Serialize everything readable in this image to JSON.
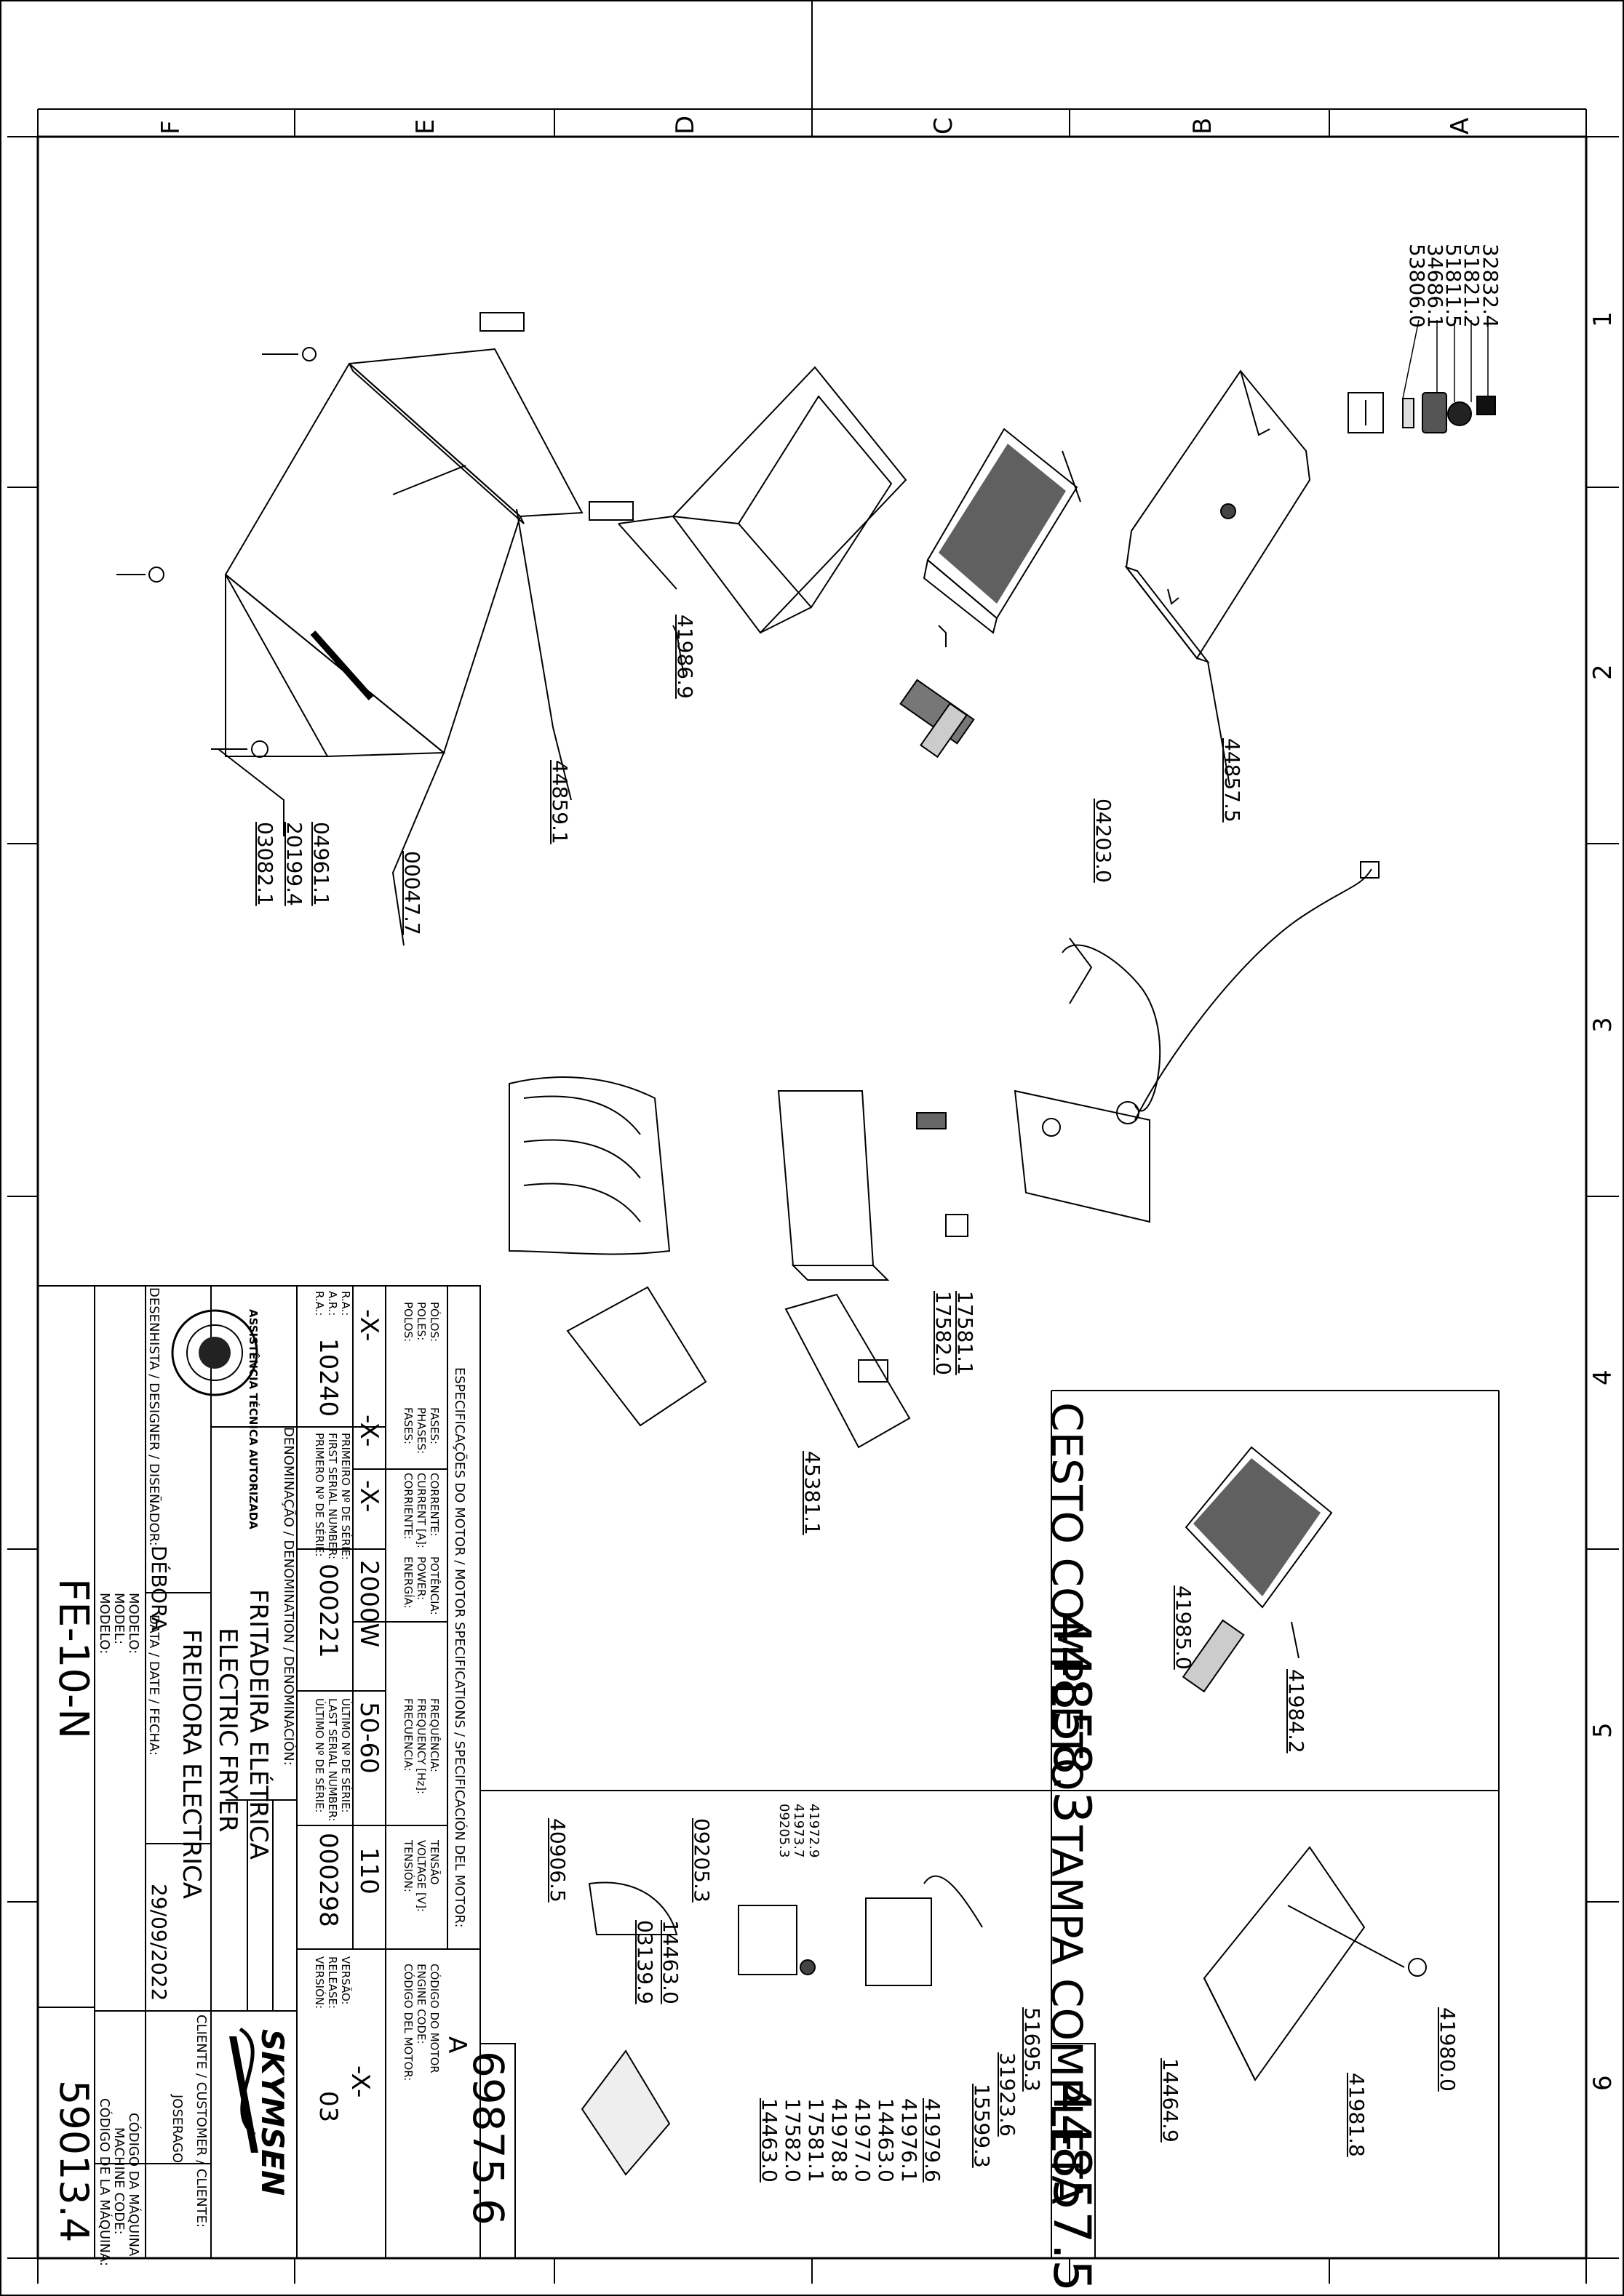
{
  "sheet": {
    "zone_numbers": [
      "1",
      "2",
      "3",
      "4",
      "5",
      "6"
    ],
    "zone_letters": [
      "A",
      "B",
      "C",
      "D",
      "E",
      "F"
    ]
  },
  "part_numbers": {
    "icons": [
      "32832.4",
      "51821.2",
      "51811.5",
      "34686.1",
      "53806.0"
    ],
    "lid": "44857.5",
    "pan": "41986.9",
    "body": "44859.1",
    "foot": "00047.7",
    "screw_a": "04961.1",
    "screw_b": "20199.4",
    "screw_c": "03082.1",
    "clip": "04203.0",
    "switch_a": "17581.1",
    "switch_b": "17582.0",
    "panel": "45381.1"
  },
  "cesto": {
    "title": "CESTO COMPLETO",
    "code": "44858.3",
    "part_a": "41984.2",
    "part_b": "41985.0"
  },
  "tampa": {
    "title": "TAMPA COMPLETA",
    "code": "44857.5",
    "part_a": "41980.0",
    "part_b": "41981.8",
    "part_c": "14464.9"
  },
  "electrical": {
    "code": "69875.6",
    "labels_top": [
      "09205.3",
      "41973.7",
      "41972.9",
      "09205.3"
    ],
    "element": "40906.5",
    "p1": "14463.0",
    "p2": "03139.9",
    "p3": "51695.3",
    "p4": "31923.6",
    "p5": "15599.3",
    "stack": [
      "41979.6",
      "41976.1",
      "14463.0",
      "41977.0",
      "41978.8",
      "17581.1",
      "17582.0",
      "14463.0"
    ]
  },
  "title_block": {
    "motor_spec_title": "ESPECIFICAÇÕES DO MOTOR / MOTOR SPECIFICATIONS / SPECIFICACIÓN DEL MOTOR:",
    "polos_label": [
      "PÓLOS:",
      "POLES:",
      "POLOS:"
    ],
    "polos_value": "-X-",
    "fases_label": [
      "FASES:",
      "PHASES:",
      "FASES:"
    ],
    "fases_value": "-X-",
    "corrente_label": [
      "CORRENTE:",
      "CURRENT [A]:",
      "CORRIENTE:"
    ],
    "corrente_value": "-X-",
    "potencia_label": [
      "POTÊNCIA:",
      "POWER:",
      "ENERGÍA:"
    ],
    "potencia_value": "2000W",
    "frequencia_label": [
      "FREQUÊNCIA:",
      "FREQUENCY [Hz]:",
      "FRECUENCIA:"
    ],
    "frequencia_value": "50-60",
    "tensao_label": [
      "TENSÃO",
      "VOLTAGE [V]:",
      "TENSIÓN:"
    ],
    "tensao_value": "110",
    "codigo_motor_label": [
      "CÓDIGO DO MOTOR",
      "ENGINE CODE:",
      "CÓDIGO DEL MOTOR:"
    ],
    "codigo_motor_value": "-X-",
    "ra_label": [
      "R.A.:",
      "A.R.:",
      "R.A.:"
    ],
    "ra_value": "10240",
    "first_serial_label": [
      "PRIMEIRO Nº DE SÉRIE:",
      "FIRST SERIAL NUMBER:",
      "PRIMERO Nº DE SÉRIE:"
    ],
    "first_serial_value": "000221",
    "last_serial_label": [
      "ÚLTIMO Nº DE SÉRIE:",
      "LAST SERIAL NUMBER:",
      "ÚLTIMO Nº DE SÉRIE:"
    ],
    "last_serial_value": "000298",
    "versao_label": [
      "VERSÃO:",
      "RELEASE:",
      "VERSIÓN:"
    ],
    "versao_value": "03",
    "revision_letter": "A",
    "denominacao_label": "DENOMINAÇÃO / DENOMINATION / DENOMINACIÓN:",
    "name_pt": "FRITADEIRA ELÉTRICA",
    "name_en": "ELECTRIC FRYER",
    "name_es": "FREIDORA ELECTRICA",
    "cliente_label": "CLIENTE / CUSTOMER / CLIENTE:",
    "desenhista_label": "DESENHISTA / DESIGNER / DISEÑADOR:",
    "desenhista_value": "DÉBORA",
    "data_label": "DATA / DATE / FECHA:",
    "data_value": "29/09/2022",
    "cliente_value": "JOSERAGO",
    "modelo_label": [
      "MODELO:",
      "MODEL:",
      "MODELO:"
    ],
    "modelo_value": "FE-10-N",
    "codigo_maquina_label": [
      "CÓDIGO DA MÁQUINA:",
      "MACHINE CODE:",
      "CÓDIGO DE LA MÁQUINA:"
    ],
    "codigo_maquina_value": "59013.4",
    "brand": "SKYMSEN",
    "seal_text": "ASSISTÊNCIA TÉCNICA AUTORIZADA"
  }
}
